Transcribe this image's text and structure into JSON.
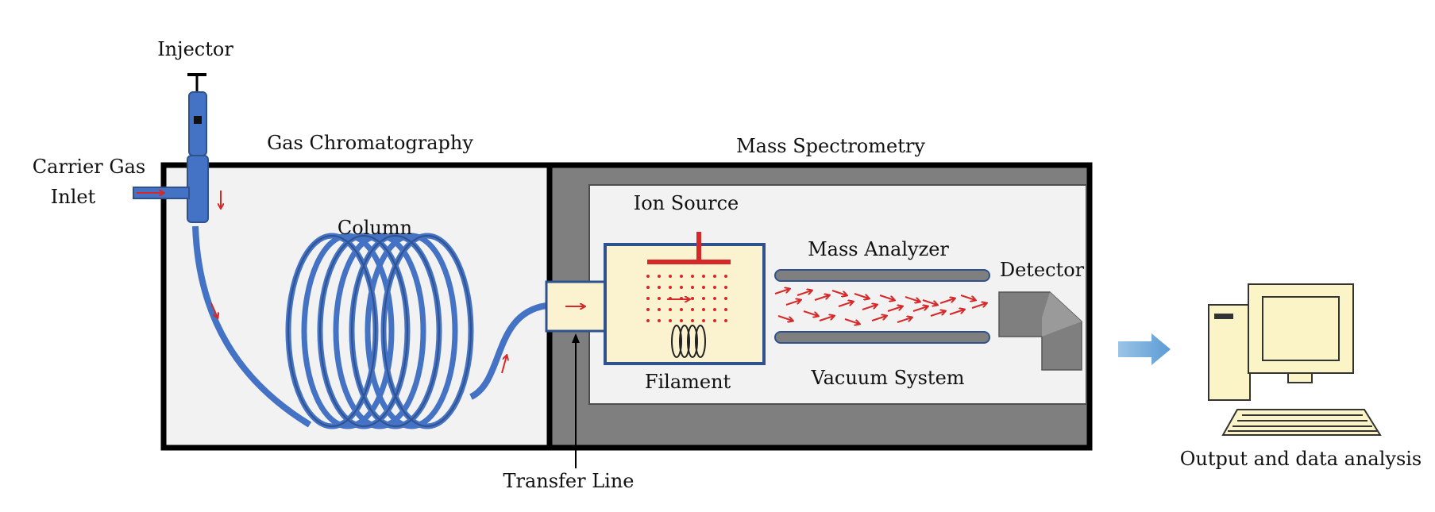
{
  "labels": {
    "injector": "Injector",
    "carrier_gas_line1": "Carrier Gas",
    "carrier_gas_line2": "Inlet",
    "gc_section": "Gas Chromatography",
    "ms_section": "Mass Spectrometry",
    "column": "Column",
    "ion_source": "Ion Source",
    "mass_analyzer": "Mass Analyzer",
    "detector": "Detector",
    "filament": "Filament",
    "vacuum_system": "Vacuum System",
    "transfer_line": "Transfer Line",
    "output": "Output and data analysis"
  },
  "colors": {
    "tube": "#4472c4",
    "tube_dark": "#2f528f",
    "arrow_red": "#d62828",
    "wall": "#7f7f7f",
    "chamber": "#fbf2cf",
    "computer": "#fbf4c7",
    "flow_arrow": "#5b9bd5"
  }
}
